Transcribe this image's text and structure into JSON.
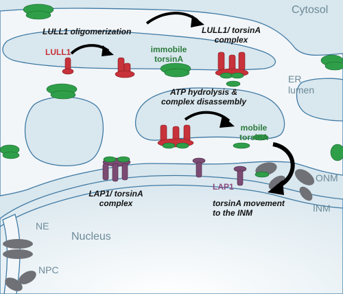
{
  "labels": {
    "cytosol": "Cytosol",
    "er_lumen_line1": "ER",
    "er_lumen_line2": "lumen",
    "nucleus": "Nucleus",
    "onm": "ONM",
    "inm": "INM",
    "ne": "NE",
    "npc": "NPC",
    "lull1": "LULL1",
    "lap1": "LAP1",
    "lull1_oligomerization": "LULL1 oligomerization",
    "lull1_torsina_complex_line1": "LULL1/ torsinA",
    "lull1_torsina_complex_line2": "complex",
    "immobile_torsina_line1": "immobile",
    "immobile_torsina_line2": "torsinA",
    "atp_hydrolysis_line1": "ATP hydrolysis &",
    "atp_hydrolysis_line2": "complex disassembly",
    "mobile_torsina_line1": "mobile",
    "mobile_torsina_line2": "torsinA",
    "lap1_torsina_complex_line1": "LAP1/ torsinA",
    "lap1_torsina_complex_line2": "complex",
    "torsina_movement_line1": "torsinA movement",
    "torsina_movement_line2": "to the INM"
  },
  "colors": {
    "cytosol_bg": "#d9e7ee",
    "lumen": "#f2f6f9",
    "membrane": "#3f79a3",
    "lull1": "#c8323a",
    "torsina": "#2f9e49",
    "lap1": "#7b4b73",
    "npc": "#6f7177",
    "arrow": "#000000"
  }
}
